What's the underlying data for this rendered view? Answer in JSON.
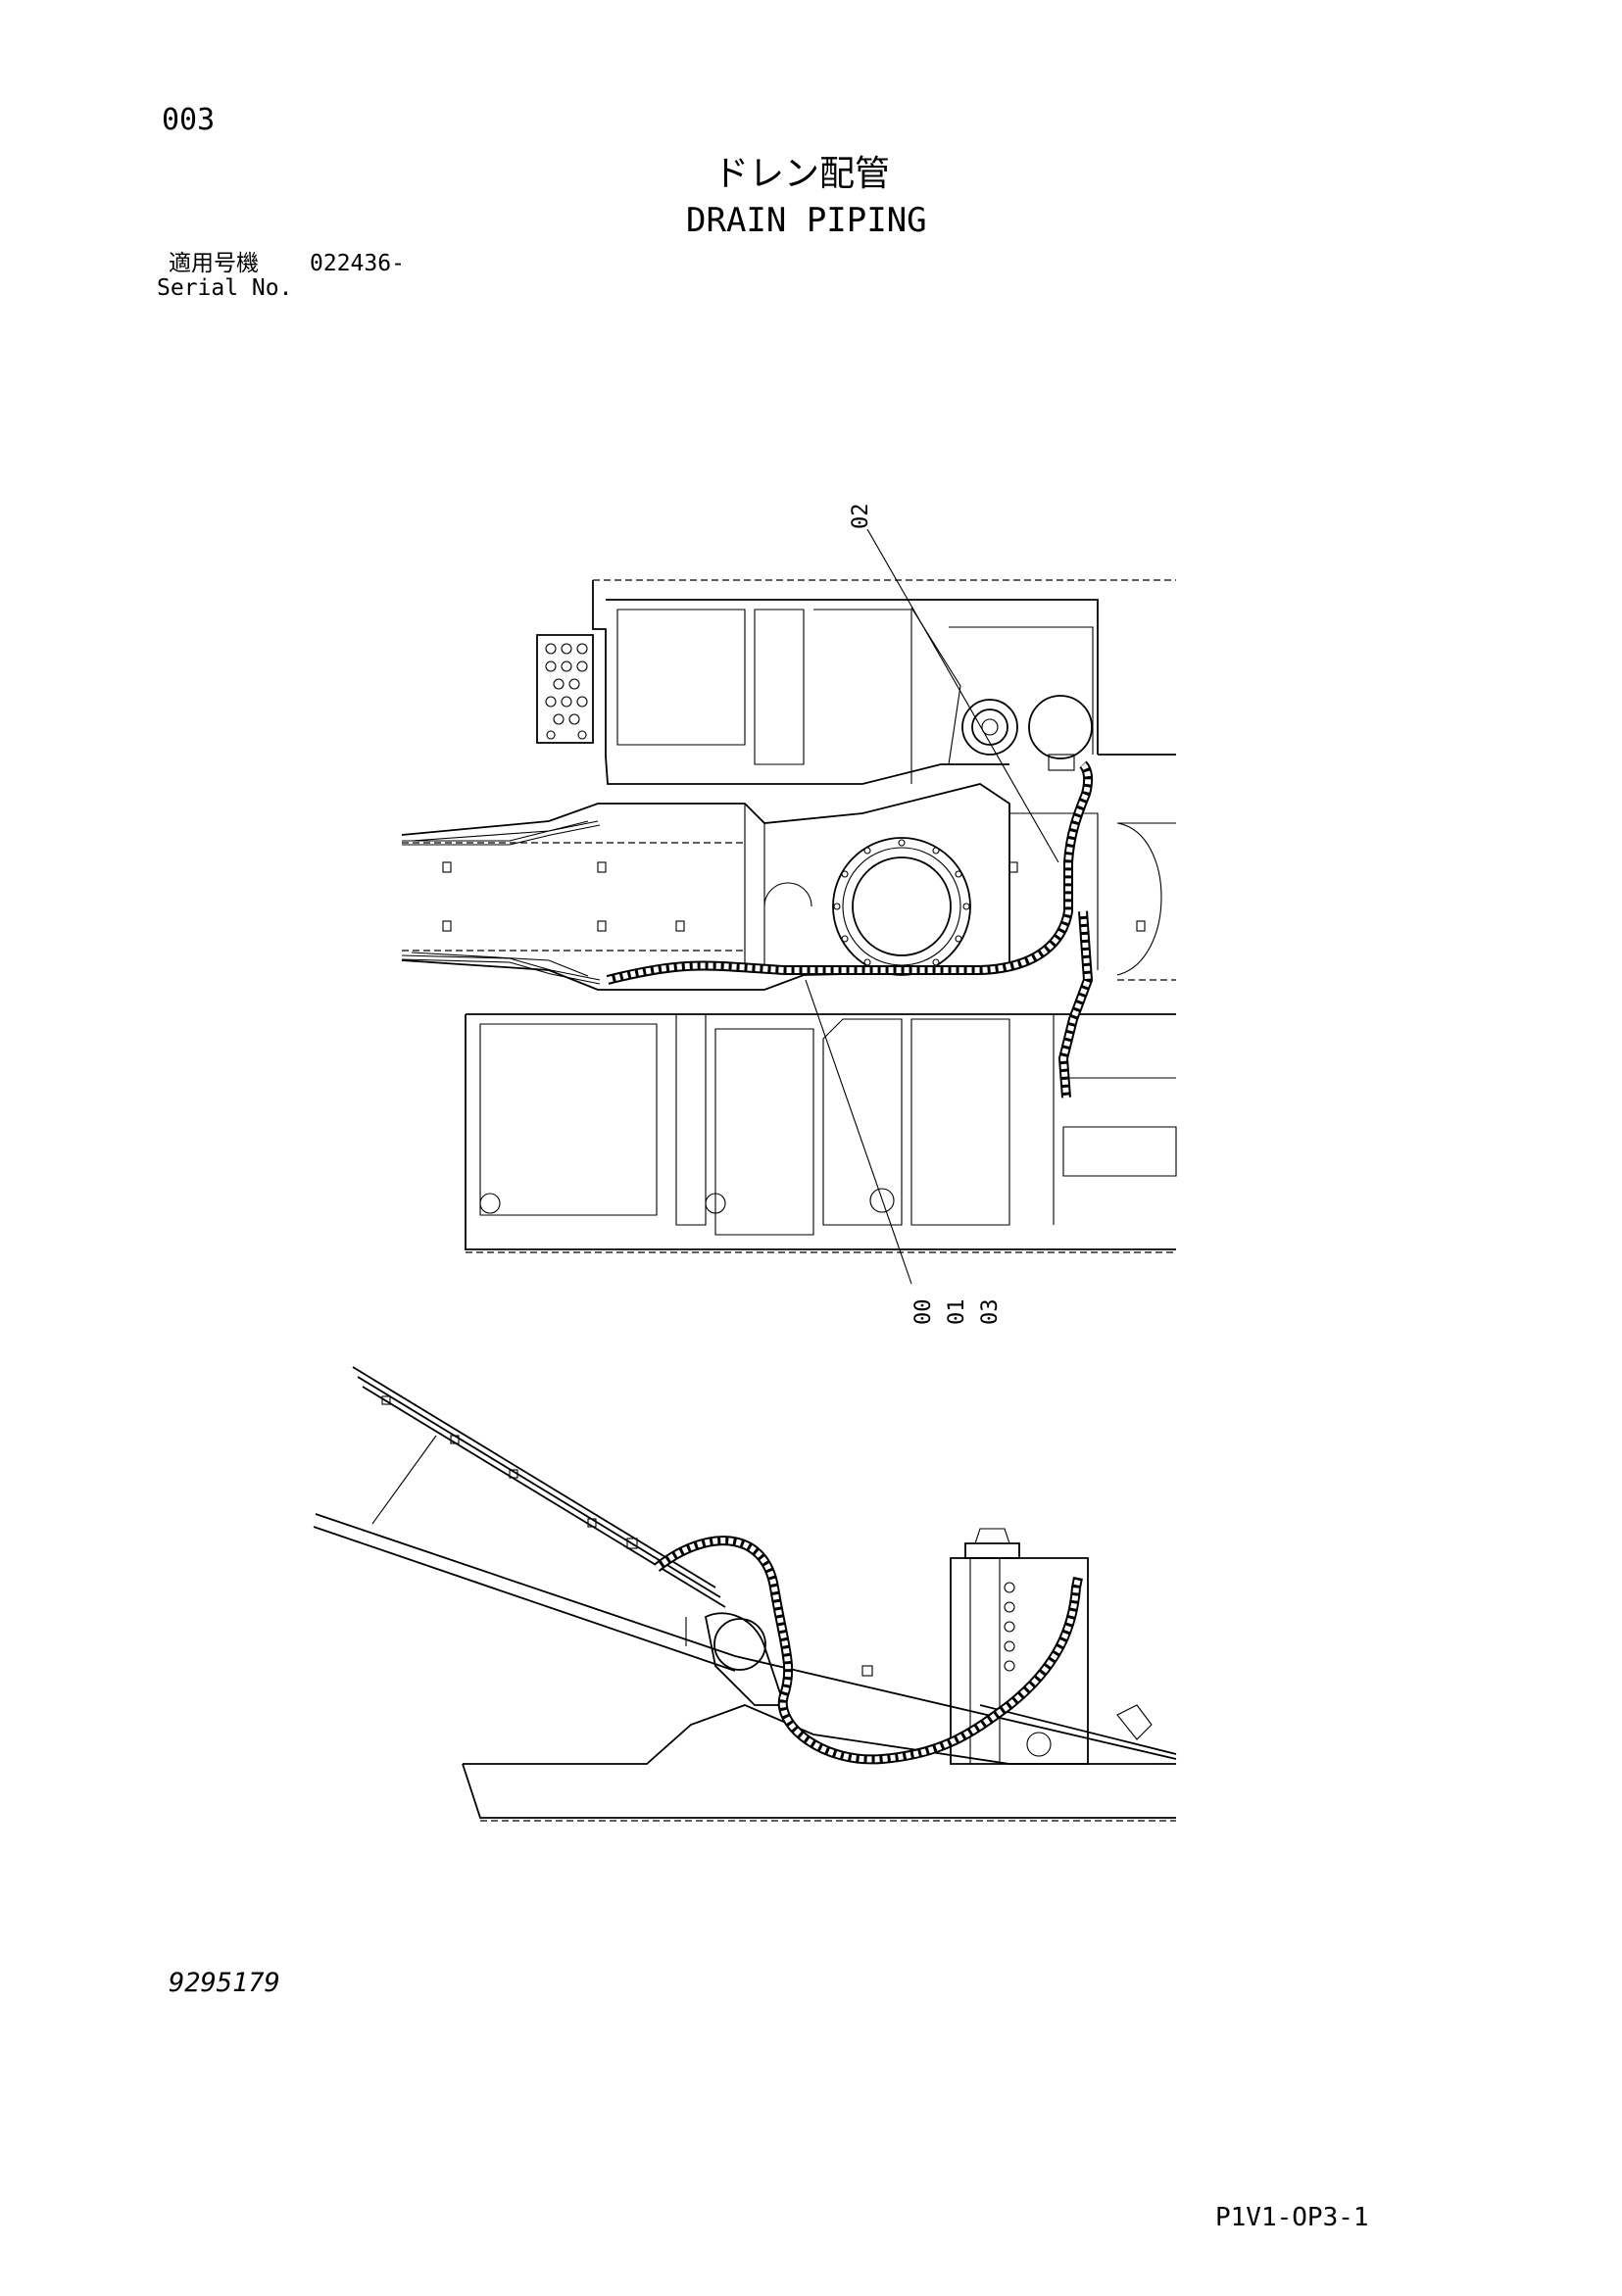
{
  "header": {
    "page_number": "003",
    "title_jp": "ドレン配管",
    "title_en": "DRAIN PIPING"
  },
  "serial": {
    "label_jp": "適用号機",
    "value": "022436-",
    "label_en": "Serial No."
  },
  "callouts": {
    "top_part": "02",
    "bottom_parts": [
      "00",
      "01",
      "03"
    ]
  },
  "footer": {
    "drawing_number": "9295179",
    "page_code": "P1V1-OP3-1"
  }
}
